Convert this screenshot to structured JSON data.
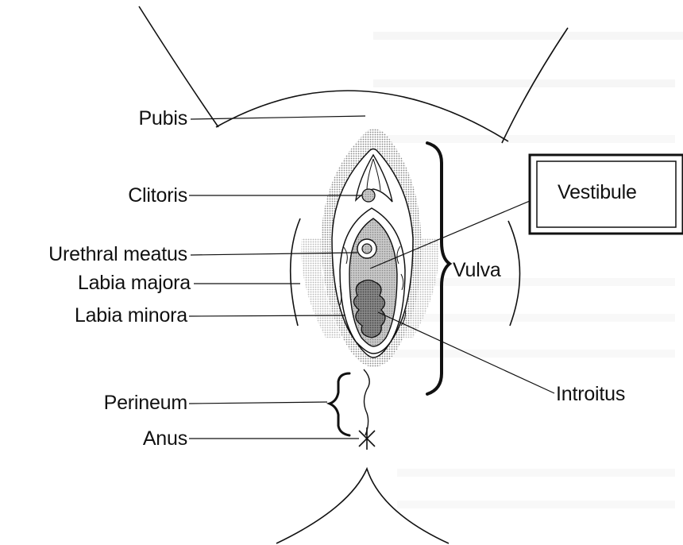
{
  "labels": {
    "pubis": "Pubis",
    "clitoris": "Clitoris",
    "urethral_meatus": "Urethral meatus",
    "labia_majora": "Labia majora",
    "labia_minora": "Labia minora",
    "perineum": "Perineum",
    "anus": "Anus",
    "vestibule": "Vestibule",
    "vulva": "Vulva",
    "introitus": "Introitus"
  }
}
